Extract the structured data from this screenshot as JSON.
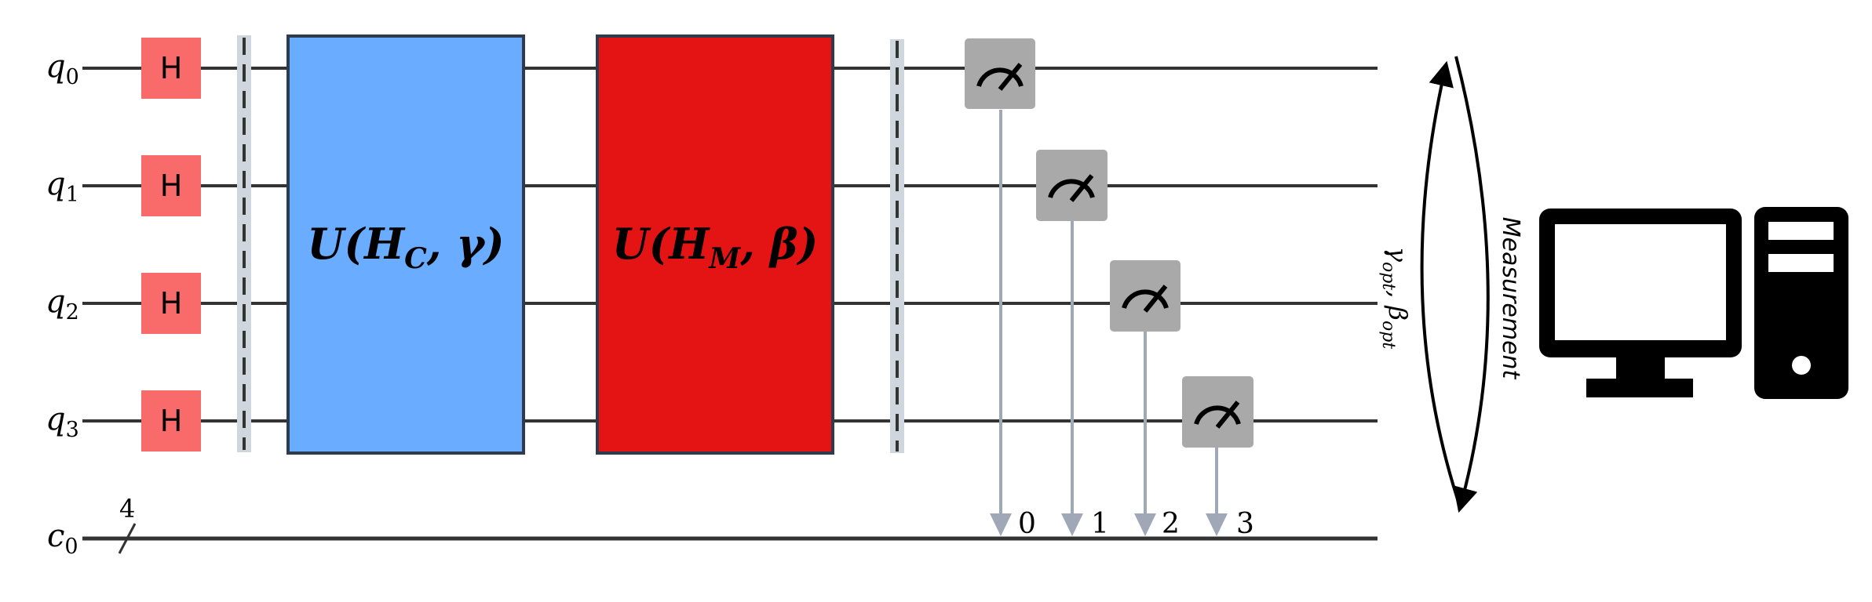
{
  "circuit": {
    "qubits": [
      {
        "base": "q",
        "sub": "0",
        "gate": "H"
      },
      {
        "base": "q",
        "sub": "1",
        "gate": "H"
      },
      {
        "base": "q",
        "sub": "2",
        "gate": "H"
      },
      {
        "base": "q",
        "sub": "3",
        "gate": "H"
      }
    ],
    "classical": {
      "base": "c",
      "sub": "0",
      "bus_width": "4"
    },
    "cost_block": {
      "prefix": "U(",
      "H": "H",
      "H_sub": "C",
      "rest": ", γ)"
    },
    "mixer_block": {
      "prefix": "U(",
      "H": "H",
      "H_sub": "M",
      "rest": ", β)"
    },
    "measure_bits": [
      "0",
      "1",
      "2",
      "3"
    ]
  },
  "feedback": {
    "params_label": {
      "gamma": "γ",
      "gamma_sub": "opt",
      "sep": ", ",
      "beta": "β",
      "beta_sub": "opt"
    },
    "measurement_label": "Measurement"
  },
  "colors": {
    "h_gate": "#f96b6b",
    "cost_block": "#6aacff",
    "mixer_block": "#e41414",
    "wire": "#333333",
    "block_border": "#2e3b4e",
    "barrier_fill": "#cfd6de",
    "meter_fill": "#a9a9a9",
    "classical_link": "#a0a8b8",
    "computer": "#000000"
  },
  "icons": {
    "measure": "meter-icon",
    "computer": "desktop-computer-icon"
  }
}
